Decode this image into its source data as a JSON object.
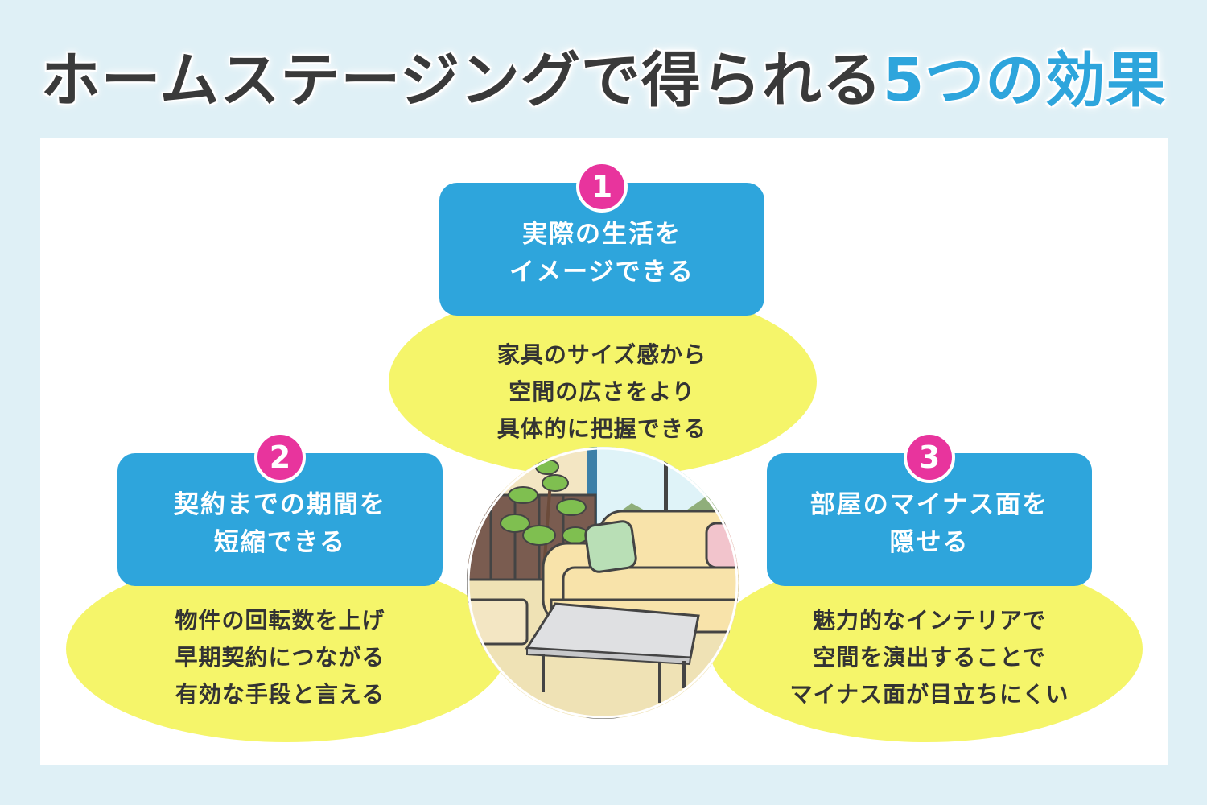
{
  "title": {
    "main": "ホームステージングで得られる",
    "accent": "5つの効果"
  },
  "effects": [
    {
      "number": "1",
      "heading": [
        "実際の生活を",
        "イメージできる"
      ],
      "description": [
        "家具のサイズ感から",
        "空間の広さをより",
        "具体的に把握できる"
      ]
    },
    {
      "number": "2",
      "heading": [
        "契約までの期間を",
        "短縮できる"
      ],
      "description": [
        "物件の回転数を上げ",
        "早期契約につながる",
        "有効な手段と言える"
      ]
    },
    {
      "number": "3",
      "heading": [
        "部屋のマイナス面を",
        "隠せる"
      ],
      "description": [
        "魅力的なインテリアで",
        "空間を演出することで",
        "マイナス面が目立ちにくい"
      ]
    }
  ],
  "colors": {
    "accent": "#2ea5dc",
    "badge": "#e8349d",
    "blob": "#f5f56a",
    "background": "#dff0f6"
  },
  "illustration": "living-room-sofa-table-plant"
}
